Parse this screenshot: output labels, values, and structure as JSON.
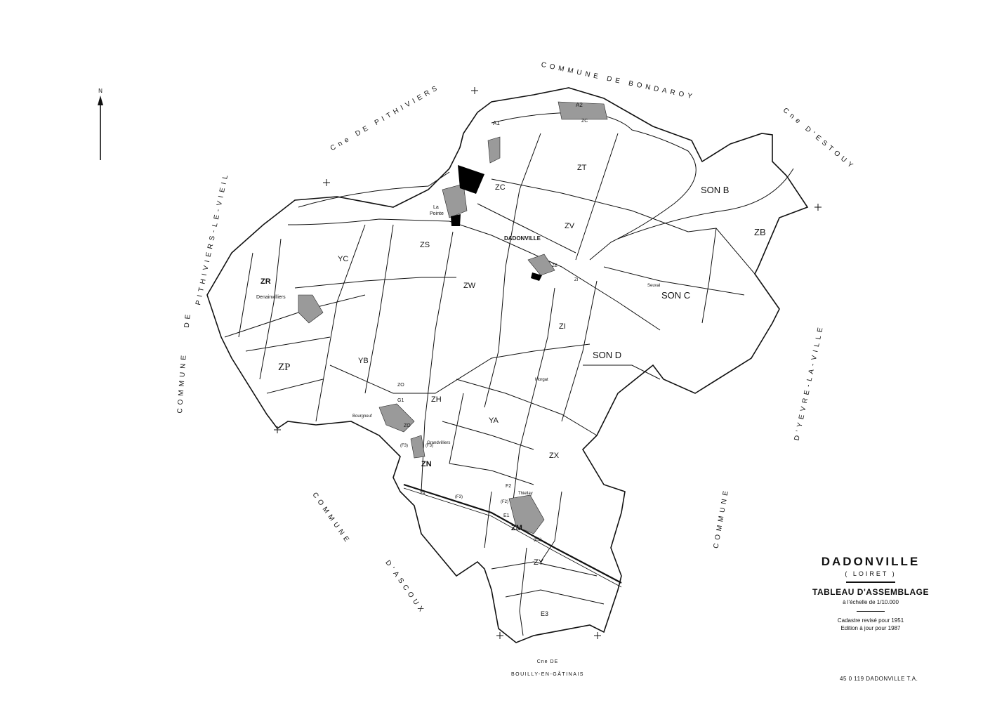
{
  "north_label": "N",
  "communes": {
    "bondaroy": "COMMUNE DE BONDAROY",
    "pithiviers": "Cne DE PITHIVIERS",
    "pithiviers_le_vieil": "PITHIVIERS-LE-VIEIL",
    "de_left": "DE",
    "commune_left": "COMMUNE",
    "estouy": "Cne D'ESTOUY",
    "yevre": "D'YEVRE-LA-VILLE",
    "commune_right": "COMMUNE",
    "commune_ascoux": "COMMUNE",
    "ascoux": "D'ASCOUX",
    "bouilly_top": "Cne DE",
    "bouilly": "BOUILLY-EN-GÂTINAIS"
  },
  "sections": {
    "a2": "A2",
    "a1": "A1",
    "zc_top": "ZC",
    "zc": "ZC",
    "zt": "ZT",
    "son_b": "SON B",
    "zb": "ZB",
    "zv": "ZV",
    "ze": "ZE",
    "zl": "ZI",
    "son_c": "SON C",
    "yc": "YC",
    "zr": "ZR",
    "zs": "ZS",
    "zw": "ZW",
    "zi": "ZI",
    "son_d": "SON D",
    "zp": "ZP",
    "yb": "YB",
    "zo_top": "ZO",
    "g1": "G1",
    "zh": "ZH",
    "zo": "ZO",
    "ya": "YA",
    "f3_left": "(F3)",
    "f3_mid": "(F3)",
    "zn": "ZN",
    "zx": "ZX",
    "ya_small": "YA",
    "f3_low": "(F3)",
    "f2": "F2",
    "f2b": "(F2)",
    "e1": "E1",
    "zm": "ZM",
    "e1b": "(E1)",
    "zy": "ZY",
    "e3": "E3"
  },
  "places": {
    "dadonville": "DADONVILLE",
    "la_pointe_1": "La",
    "la_pointe_2": "Pointe",
    "denainvilliers": "Denainvilliers",
    "seuval": "Seuval",
    "bourgneuf": "Bourgneuf",
    "grandvilliers": "Grandvilliers",
    "thiellay": "Thiellay",
    "morgat": "Morgat"
  },
  "cartouche": {
    "title": "DADONVILLE",
    "subtitle": "( LOIRET )",
    "heading": "TABLEAU D'ASSEMBLAGE",
    "scale": "à l'échelle de 1/10.000",
    "revised": "Cadastre revisé pour 1951",
    "edition": "Edition à jour pour 1987"
  },
  "reference": "45 0 119 DADONVILLE T.A."
}
